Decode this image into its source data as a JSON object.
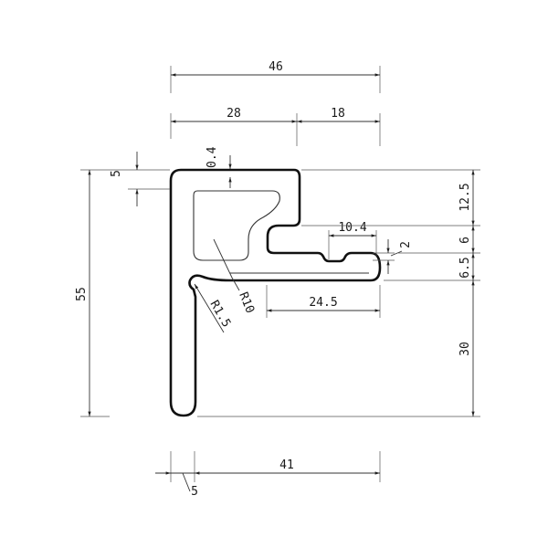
{
  "dimensions": {
    "total_width": "46",
    "left_width": "28",
    "right_width": "18",
    "lip_thickness": "0.4",
    "top_thickness": "5",
    "total_height": "55",
    "slot_width": "10.4",
    "slot_gap": "2",
    "right_top": "12.5",
    "right_mid": "6",
    "right_lower": "6.5",
    "right_bottom": "30",
    "radius_large": "R10",
    "radius_small": "R1.5",
    "leg_length": "24.5",
    "base_left": "5",
    "base_right": "41"
  }
}
